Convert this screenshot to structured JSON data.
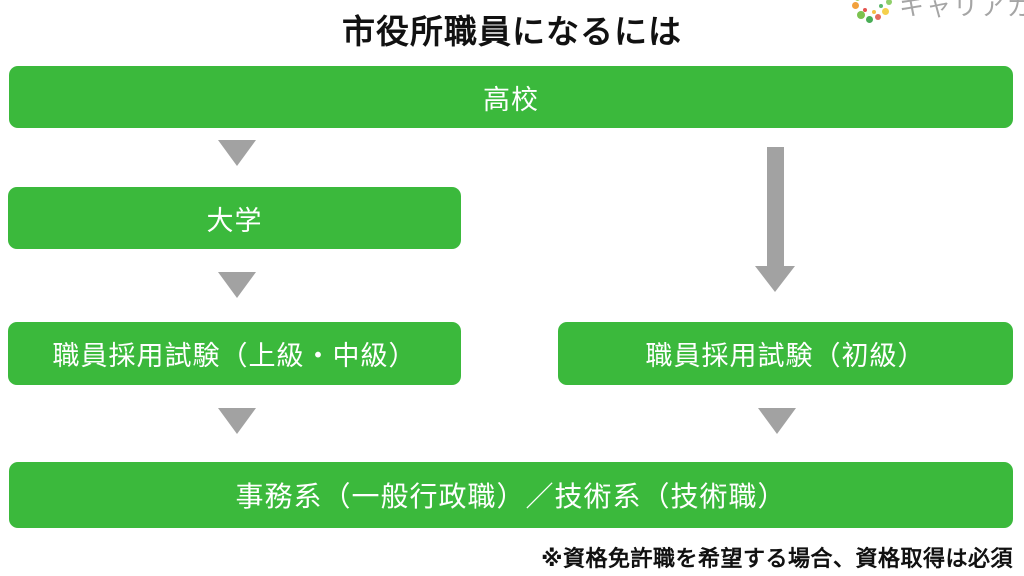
{
  "title": "市役所職員になるには",
  "logo": {
    "text": "キャリアガーデン"
  },
  "flow": {
    "nodes": [
      {
        "id": "highschool",
        "label": "高校"
      },
      {
        "id": "university",
        "label": "大学"
      },
      {
        "id": "exam-upper",
        "label": "職員採用試験（上級・中級）"
      },
      {
        "id": "exam-beginner",
        "label": "職員採用試験（初級）"
      },
      {
        "id": "jobs",
        "label": "事務系（一般行政職）／技術系（技術職）"
      }
    ],
    "note": "※資格免許職を希望する場合、資格取得は必須"
  },
  "colors": {
    "node_green": "#3bb93c",
    "arrow_gray": "#a2a2a2",
    "node_text": "#ffffff",
    "title_text": "#111111",
    "logo_text": "#a5a5a5"
  }
}
